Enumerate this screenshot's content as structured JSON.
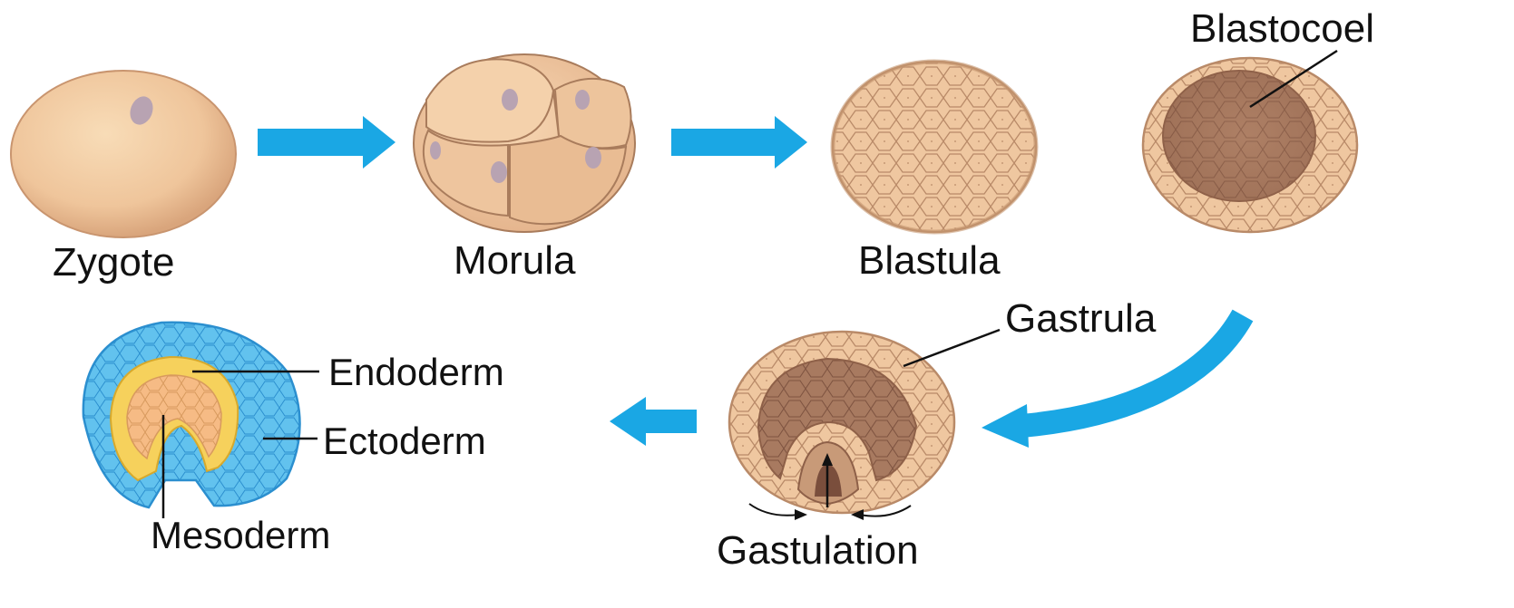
{
  "stages": {
    "zygote": "Zygote",
    "morula": "Morula",
    "blastula": "Blastula",
    "blastocoel": "Blastocoel",
    "gastrula": "Gastrula",
    "gastulation": "Gastulation"
  },
  "layers": {
    "endoderm": "Endoderm",
    "ectoderm": "Ectoderm",
    "mesoderm": "Mesoderm"
  },
  "colors": {
    "arrow": "#1aa7e4",
    "cell_fill": "#efc9a2",
    "cell_stroke": "#b88a66",
    "cavity": "#a8775e",
    "ectoderm": "#4fb8ea",
    "endoderm": "#f7c85a",
    "mesoderm": "#f5b98a",
    "nucleus": "#b8a3b2"
  }
}
